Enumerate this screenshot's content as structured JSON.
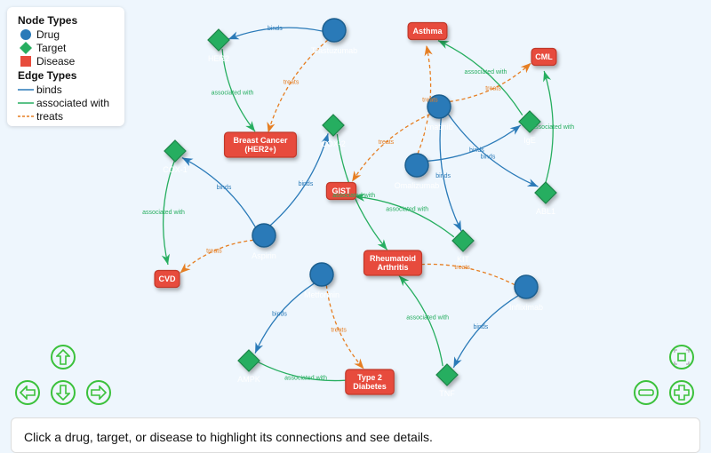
{
  "legend": {
    "node_title": "Node Types",
    "node_items": [
      {
        "label": "Drug",
        "color": "#2a7ab8"
      },
      {
        "label": "Target",
        "color": "#27ae60"
      },
      {
        "label": "Disease",
        "color": "#e74c3c"
      }
    ],
    "edge_title": "Edge Types",
    "edge_items": [
      {
        "label": "binds",
        "color": "#2a7ab8"
      },
      {
        "label": "associated with",
        "color": "#27ae60"
      },
      {
        "label": "treats",
        "color": "#e67e22"
      }
    ]
  },
  "nodes": [
    {
      "id": "trastuzumab",
      "label": "Trastuzumab",
      "type": "drug"
    },
    {
      "id": "her2",
      "label": "HER2",
      "type": "target"
    },
    {
      "id": "bc",
      "label": "Breast Cancer (HER2+)",
      "type": "disease"
    },
    {
      "id": "cox2",
      "label": "COX-2",
      "type": "target"
    },
    {
      "id": "cox1",
      "label": "COX-1",
      "type": "target"
    },
    {
      "id": "aspirin",
      "label": "Aspirin",
      "type": "drug"
    },
    {
      "id": "cvd",
      "label": "CVD",
      "type": "disease"
    },
    {
      "id": "gist",
      "label": "GIST",
      "type": "disease"
    },
    {
      "id": "imatinib",
      "label": "Imatinib",
      "type": "drug"
    },
    {
      "id": "omalizumab",
      "label": "Omalizumab",
      "type": "drug"
    },
    {
      "id": "ige",
      "label": "IgE",
      "type": "target"
    },
    {
      "id": "abl1",
      "label": "ABL1",
      "type": "target"
    },
    {
      "id": "kit",
      "label": "KIT",
      "type": "target"
    },
    {
      "id": "asthma",
      "label": "Asthma",
      "type": "disease"
    },
    {
      "id": "cml",
      "label": "CML",
      "type": "disease"
    },
    {
      "id": "ra",
      "label": "Rheumatoid Arthritis",
      "type": "disease"
    },
    {
      "id": "metformin",
      "label": "Metformin",
      "type": "drug"
    },
    {
      "id": "ampk",
      "label": "AMPK",
      "type": "target"
    },
    {
      "id": "t2d",
      "label": "Type 2 Diabetes",
      "type": "disease"
    },
    {
      "id": "infliximab",
      "label": "Infliximab",
      "type": "drug"
    },
    {
      "id": "tnf",
      "label": "TNF",
      "type": "target"
    }
  ],
  "edges": [
    {
      "from": "trastuzumab",
      "to": "her2",
      "type": "binds",
      "label": "binds"
    },
    {
      "from": "her2",
      "to": "bc",
      "type": "associated",
      "label": "associated with"
    },
    {
      "from": "trastuzumab",
      "to": "bc",
      "type": "treats",
      "label": "treats"
    },
    {
      "from": "aspirin",
      "to": "cox1",
      "type": "binds",
      "label": "binds"
    },
    {
      "from": "aspirin",
      "to": "cox2",
      "type": "binds",
      "label": "binds"
    },
    {
      "from": "cox1",
      "to": "cvd",
      "type": "associated",
      "label": "associated with"
    },
    {
      "from": "aspirin",
      "to": "cvd",
      "type": "treats",
      "label": "treats"
    },
    {
      "from": "cox2",
      "to": "ra",
      "type": "associated",
      "label": "associated with"
    },
    {
      "from": "imatinib",
      "to": "gist",
      "type": "treats",
      "label": "treats"
    },
    {
      "from": "kit",
      "to": "gist",
      "type": "associated",
      "label": "associated with"
    },
    {
      "from": "imatinib",
      "to": "kit",
      "type": "binds",
      "label": "binds"
    },
    {
      "from": "imatinib",
      "to": "abl1",
      "type": "binds",
      "label": "binds"
    },
    {
      "from": "imatinib",
      "to": "cml",
      "type": "treats",
      "label": "treats"
    },
    {
      "from": "omalizumab",
      "to": "asthma",
      "type": "treats",
      "label": "treats"
    },
    {
      "from": "omalizumab",
      "to": "ige",
      "type": "binds",
      "label": "binds"
    },
    {
      "from": "ige",
      "to": "asthma",
      "type": "associated",
      "label": "associated with"
    },
    {
      "from": "abl1",
      "to": "cml",
      "type": "associated",
      "label": "associated with"
    },
    {
      "from": "infliximab",
      "to": "ra",
      "type": "treats",
      "label": "treats"
    },
    {
      "from": "infliximab",
      "to": "tnf",
      "type": "binds",
      "label": "binds"
    },
    {
      "from": "tnf",
      "to": "ra",
      "type": "associated",
      "label": "associated with"
    },
    {
      "from": "metformin",
      "to": "ampk",
      "type": "binds",
      "label": "binds"
    },
    {
      "from": "metformin",
      "to": "t2d",
      "type": "treats",
      "label": "treats"
    },
    {
      "from": "ampk",
      "to": "t2d",
      "type": "associated",
      "label": "associated with"
    }
  ],
  "colors": {
    "drug": "#2a7ab8",
    "target": "#27ae60",
    "disease": "#e74c3c",
    "binds": "#2a7ab8",
    "associated": "#27ae60",
    "treats": "#e67e22",
    "controls": "#3bc13b"
  },
  "info": "Click a drug, target, or disease to highlight its connections and see details."
}
